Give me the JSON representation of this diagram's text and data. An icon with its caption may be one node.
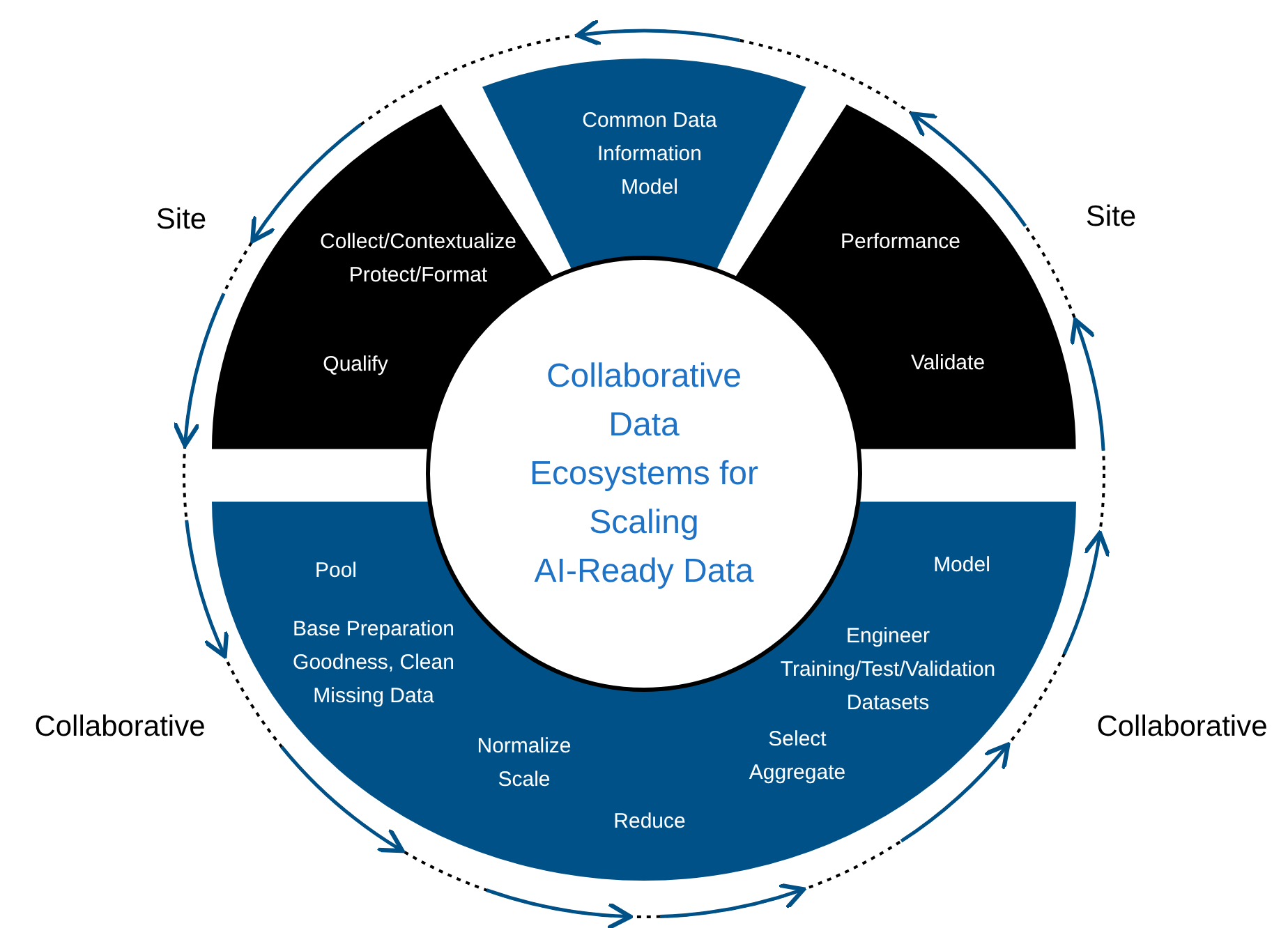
{
  "diagram": {
    "nodes": [
      {
        "text": [
          "Collect/Contextualize Protect/Format",
          "Qualify"
        ]
      },
      {
        "text": [
          "Common Data Information Model"
        ]
      },
      {
        "text": [
          "Performance",
          "Validate"
        ]
      },
      {
        "text": [
          "Pool",
          "Base Preparation Goodness, Clean Missing Data",
          "Normalize Scale",
          "Reduce",
          "Engineer Training/Test/Validation Datasets",
          "Select Aggregate",
          "Model"
        ]
      },
      {
        "text": [
          "Collaborative Data Ecosystems for Scaling AI-Ready Data"
        ]
      }
    ],
    "labels": [
      "Site",
      "Site",
      "Collaborative",
      "Collaborative"
    ]
  }
}
